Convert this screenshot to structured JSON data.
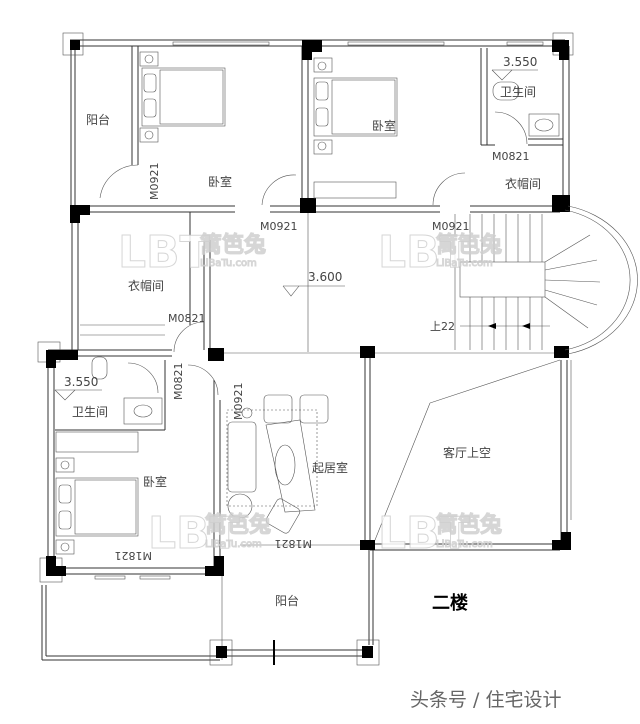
{
  "plan": {
    "floor_title": "二楼",
    "credit": "头条号 / 住宅设计",
    "watermark": {
      "logo": "LBT",
      "name": "篱笆兔",
      "url": "LiBaTu.com"
    },
    "rooms": {
      "balcony_top_left": "阳台",
      "bedroom_top_left": "卧室",
      "bedroom_top_right": "卧室",
      "bathroom_top_right": "卫生间",
      "closet_top_right": "衣帽间",
      "closet_left": "衣帽间",
      "bathroom_left": "卫生间",
      "bedroom_left": "卧室",
      "living_room": "起居室",
      "void_above_hall": "客厅上空",
      "balcony_bottom": "阳台"
    },
    "door_codes": {
      "d1": "M0921",
      "d2": "M0921",
      "d3": "M0921",
      "d4": "M0821",
      "d5": "M0821",
      "d6": "M0821",
      "d7": "M0921",
      "d8": "M1821",
      "d9": "M1821"
    },
    "elevations": {
      "bath_top_right": "3.550",
      "bath_left": "3.550",
      "hall": "3.600"
    },
    "stair_label": "上22"
  }
}
